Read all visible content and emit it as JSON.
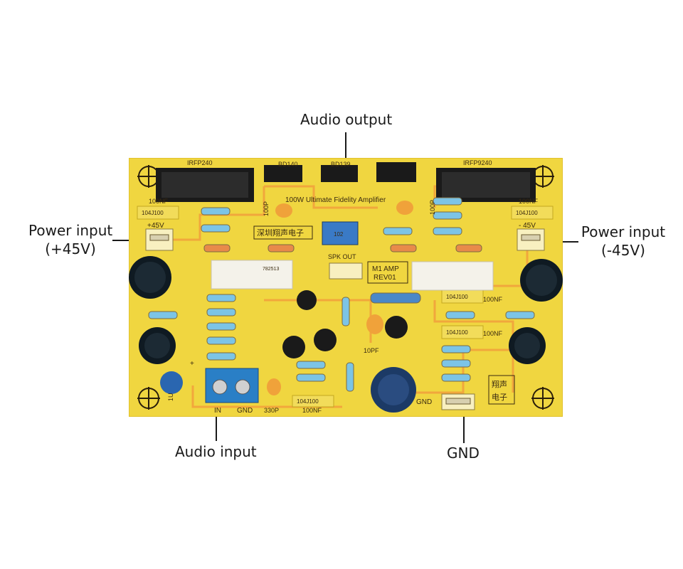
{
  "callouts": {
    "audio_output": "Audio output",
    "power_input_left": "Power input",
    "power_input_left_voltage": "(+45V)",
    "power_input_right": "Power input",
    "power_input_right_voltage": "(-45V)",
    "audio_input": "Audio input",
    "gnd": "GND"
  },
  "silkscreen": {
    "q_left": "IRFP240",
    "q_right": "IRFP9240",
    "bd_left": "BD140",
    "bd_mid": "BD139",
    "cap_top_left": "100NF",
    "cap_top_right": "100NF",
    "cap_mid_right_1": "100NF",
    "cap_mid_right_2": "100NF",
    "cap_bottom": "100NF",
    "title": "100W Ultimate Fidelity Amplifier",
    "brand_cn": "深圳翔声电子",
    "brand_cn_short_1": "翔声",
    "brand_cn_short_2": "电子",
    "supply_pos": "+45V",
    "supply_neg": "- 45V",
    "spk_out": "SPK OUT",
    "model": "M1 AMP",
    "rev": "REV01",
    "cap_100p_left": "100P",
    "cap_100p_right": "100P",
    "cap_10pf": "10PF",
    "cap_330p": "330P",
    "cap_1u": "1U",
    "in": "IN",
    "gnd_terminal": "GND",
    "gnd_pad": "GND",
    "plus": "+",
    "film_cap_code_1": "104J100",
    "film_cap_code_2": "104J100",
    "film_cap_code_3": "104J100",
    "film_cap_code_4": "104J100",
    "film_cap_code_5": "104J100",
    "resistor_code": "782513",
    "trimmer": "102"
  },
  "colors": {
    "board": "#f0d640",
    "board_edge": "#e8c82a",
    "trace": "#f2a23c",
    "silk": "#3a2a10",
    "ceramic": "#1a1a1a",
    "electrolytic": "#0f1a22",
    "terminal_blue": "#2a7fc6",
    "film_cap": "#f2dc5a",
    "ceramic_cap_orange": "#f0a23a",
    "resistor_blue": "#4aa8d8"
  }
}
